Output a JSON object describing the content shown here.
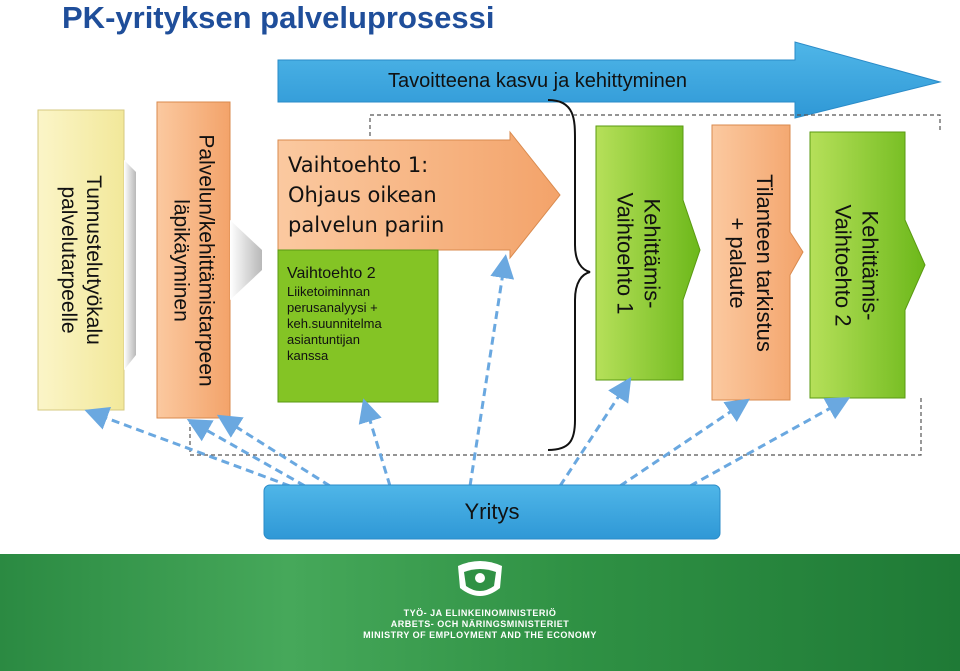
{
  "title": "PK-yrityksen palveluprosessi",
  "goal_arrow": {
    "label": "Tavoitteena kasvu ja kehittyminen"
  },
  "steps": {
    "diagnostic_tool": {
      "label_line1": "Tunnustelutyökalu",
      "label_line2": "palvelutarpeelle"
    },
    "needs_review": {
      "label_line1": "Palvelun/kehittämistarpeen",
      "label_line2": "läpikäyminen"
    },
    "option1": {
      "line1": "Vaihtoehto 1:",
      "line2": "Ohjaus oikean",
      "line3": "palvelun pariin"
    },
    "option2": {
      "title": "Vaihtoehto 2",
      "line1": "Liiketoiminnan",
      "line2": "perusanalyysi +",
      "line3": "keh.suunnitelma",
      "line4": "asiantuntijan",
      "line5": "kanssa"
    },
    "dev_option1": {
      "label_line1": "Kehittämis-",
      "label_line2": "Vaihtoehto 1"
    },
    "status_check": {
      "label_line1": "Tilanteen tarkistus",
      "label_line2": "+ palaute"
    },
    "dev_option2": {
      "label_line1": "Kehittämis-",
      "label_line2": "Vaihtoehto 2"
    }
  },
  "company_box": {
    "label": "Yritys"
  },
  "footer": {
    "line1": "TYÖ- JA ELINKEINOMINISTERIÖ",
    "line2": "ARBETS- OCH NÄRINGSMINISTERIET",
    "line3": "MINISTRY OF EMPLOYMENT AND THE ECONOMY"
  },
  "colors": {
    "title": "#1f4e9a",
    "pale_yellow": "#f7efb0",
    "orange": "#f8b07a",
    "green": "#7ec21f",
    "goal_arrow": "#3aa6de",
    "company_box": "#3aa6de",
    "dashed": "#6aa8e0",
    "footer_green": "#2f9144"
  }
}
